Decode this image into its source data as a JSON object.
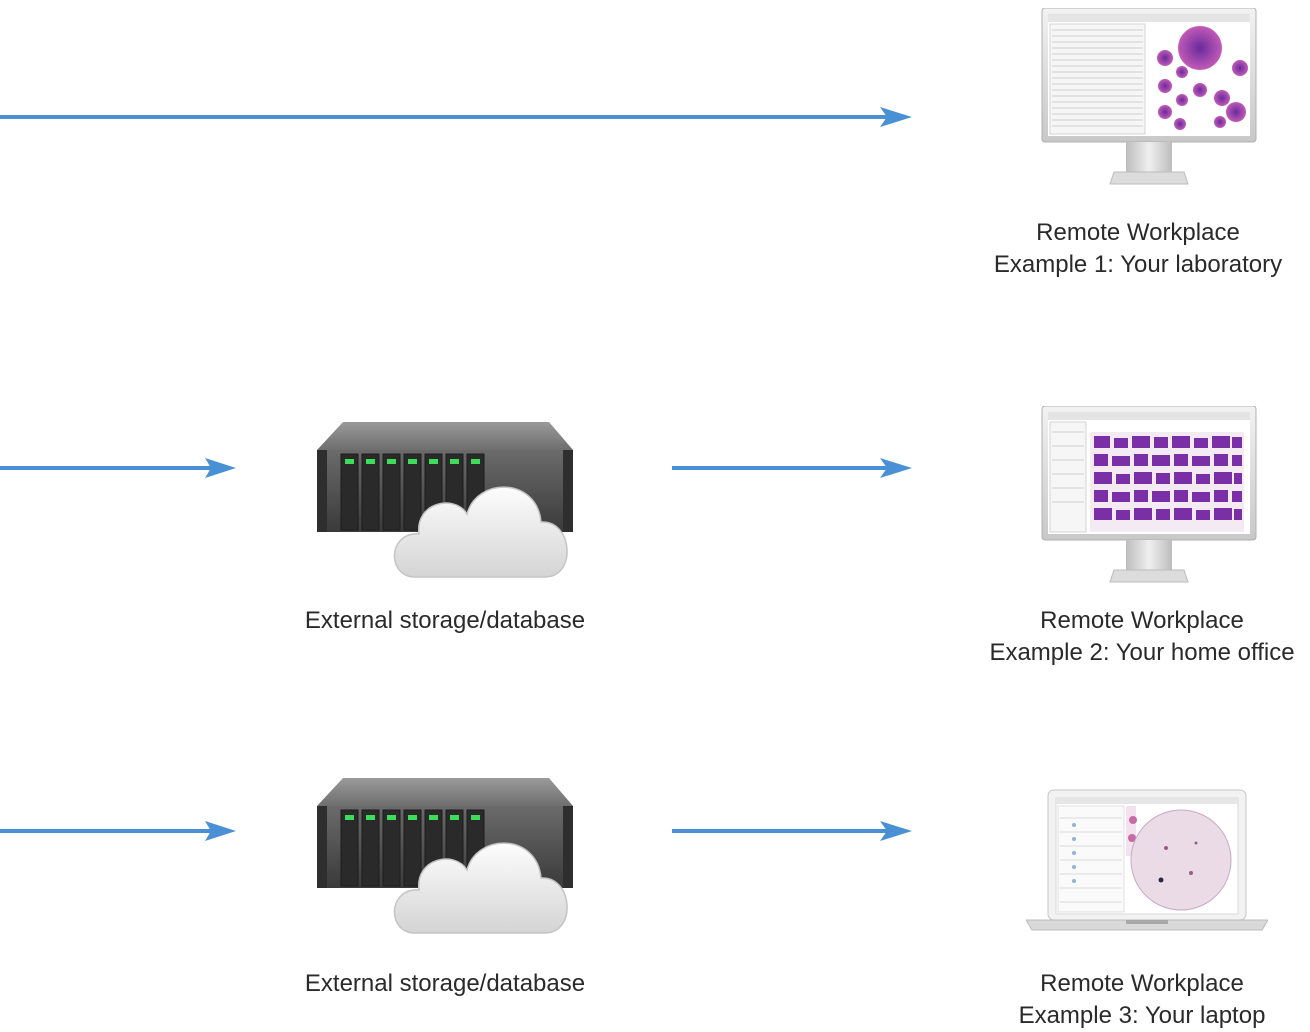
{
  "colors": {
    "arrow": "#4a90d4",
    "server_led": "#3ddc5a",
    "stain": "#8a3aa8"
  },
  "storage": [
    {
      "label": "External storage/database",
      "icon": "server-cloud-icon"
    },
    {
      "label": "External storage/database",
      "icon": "server-cloud-icon"
    }
  ],
  "workplaces": [
    {
      "title": "Remote Workplace",
      "example": "Example 1: Your laboratory",
      "icon": "monitor-icon"
    },
    {
      "title": "Remote Workplace",
      "example": "Example 2: Your home office",
      "icon": "monitor-icon"
    },
    {
      "title": "Remote Workplace",
      "example": "Example 3: Your laptop",
      "icon": "laptop-icon"
    }
  ]
}
